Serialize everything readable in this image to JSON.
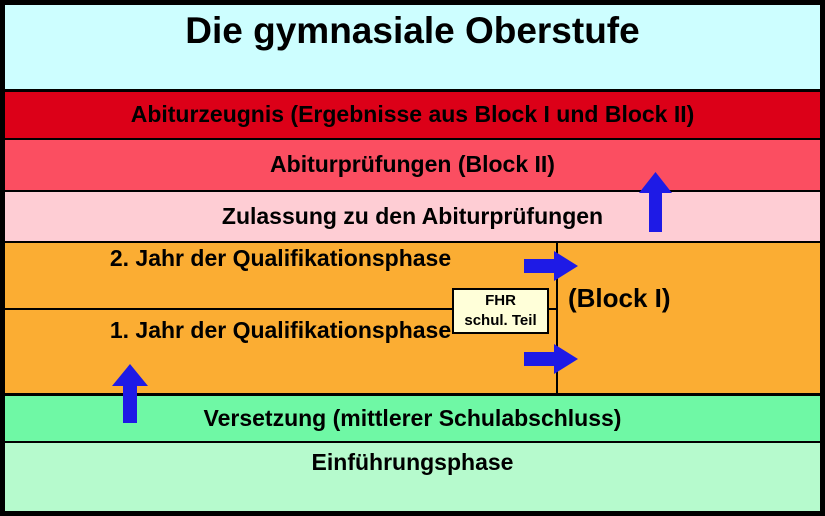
{
  "title": "Die gymnasiale Oberstufe",
  "rows": {
    "abiturzeugnis": {
      "label": "Abiturzeugnis (Ergebnisse aus Block I und Block II)"
    },
    "abiturpruefungen": {
      "label": "Abiturprüfungen (Block II)"
    },
    "zulassung": {
      "label": "Zulassung zu den Abiturprüfungen"
    },
    "qualifikationsphase": {
      "jahr2": "2. Jahr der Qualifikationsphase",
      "jahr1": "1. Jahr der Qualifikationsphase",
      "block_label": "(Block I)",
      "fhr_box": {
        "line1": "FHR",
        "line2": "schul. Teil"
      }
    },
    "versetzung": {
      "label": "Versetzung (mittlerer Schulabschluss)"
    },
    "einfuehrungsphase": {
      "label": "Einführungsphase"
    }
  },
  "arrows": {
    "up_zulassung_to_pruefungen": "up-arrow",
    "right_jahr2_to_block1": "right-arrow",
    "right_jahr1_to_block1": "right-arrow",
    "up_versetzung_to_jahr1": "up-arrow"
  },
  "colors": {
    "border": "#000000",
    "title_bg": "#CDFEFF",
    "abiturzeugnis_bg": "#DC0018",
    "abiturpruefungen_bg": "#FB4E61",
    "zulassung_bg": "#FECDD4",
    "qualifikation_bg": "#FBAD33",
    "versetzung_bg": "#6FF8A5",
    "einfuehrung_bg": "#B6FACD",
    "fhr_bg": "#FFFFD9",
    "arrow": "#1E1AE6",
    "text": "#000000"
  }
}
